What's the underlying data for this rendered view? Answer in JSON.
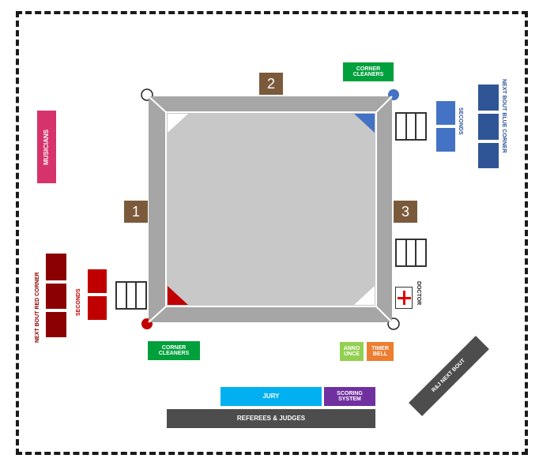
{
  "colors": {
    "ring_outer": "#a6a6a6",
    "ring_inner": "#c8c8c8",
    "ring_edge": "#ffffff",
    "red_corner": "#c00000",
    "dark_red": "#8b0000",
    "blue_corner": "#4472c4",
    "navy": "#2f5597",
    "green": "#00a03c",
    "light_green": "#92d050",
    "orange": "#ed7d31",
    "cyan": "#00b0f0",
    "purple": "#7030a0",
    "dark_gray": "#4d4d4d",
    "brown": "#7b5a3c",
    "musicians": "#d6336c"
  },
  "ring": {
    "side_labels": [
      "1",
      "2",
      "3"
    ]
  },
  "musicians": {
    "label": "MUSICIANS"
  },
  "corner_cleaners_top": {
    "label_line1": "CORNER",
    "label_line2": "CLEANERS"
  },
  "corner_cleaners_bottom": {
    "label_line1": "CORNER",
    "label_line2": "CLEANERS"
  },
  "blue_side": {
    "seconds_label": "SECONDS",
    "next_bout_label": "NEXT BOUT BLUE CORNER"
  },
  "red_side": {
    "seconds_label": "SECONDS",
    "next_bout_label": "NEXT BOUT RED CORNER"
  },
  "doctor": {
    "label": "DOCTOR",
    "icon": "red-cross-icon"
  },
  "announce": {
    "line1": "ANNO",
    "line2": "UNCE"
  },
  "timer": {
    "line1": "TIMER",
    "line2": "BELL"
  },
  "jury": {
    "label": "JURY"
  },
  "scoring": {
    "line1": "SCORING",
    "line2": "SYSTEM"
  },
  "referees": {
    "label": "REFEREES & JUDGES"
  },
  "rj_next_bout": {
    "label": "R&J NEXT BOUT"
  }
}
